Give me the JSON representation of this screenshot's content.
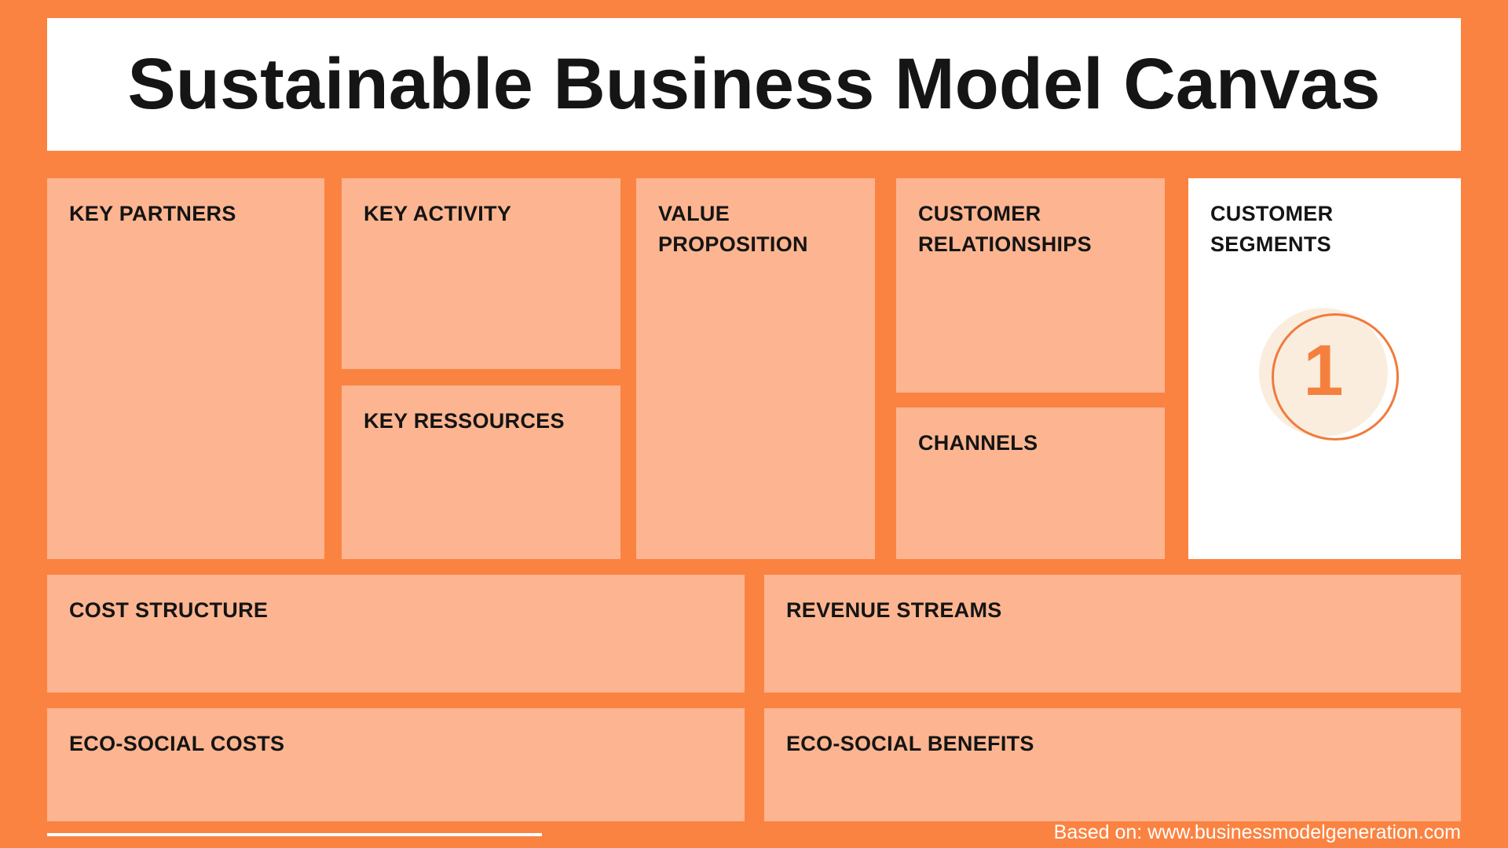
{
  "title": "Sustainable Business Model Canvas",
  "cells": {
    "key_partners": "KEY PARTNERS",
    "key_activity": "KEY ACTIVITY",
    "key_ressources": "KEY RESSOURCES",
    "value_proposition": "VALUE PROPOSITION",
    "customer_relationships": "CUSTOMER RELATIONSHIPS",
    "channels": "CHANNELS",
    "customer_segments": "CUSTOMER SEGMENTS",
    "cost_structure": "COST STRUCTURE",
    "revenue_streams": "REVENUE STREAMS",
    "eco_social_costs": "ECO-SOCIAL COSTS",
    "eco_social_benefits": "ECO-SOCIAL BENEFITS"
  },
  "customer_segments_badge": "1",
  "footer": {
    "credit": "Based on: www.businessmodelgeneration.com"
  },
  "colors": {
    "background": "#FB8342",
    "cell_fill": "#FCB590",
    "panel_white": "#FFFFFF",
    "badge_fill": "#FBEDDE",
    "badge_stroke": "#F07B3D",
    "badge_number": "#F5803E",
    "label_text": "#141414",
    "footer_text": "#FFFFFF"
  }
}
